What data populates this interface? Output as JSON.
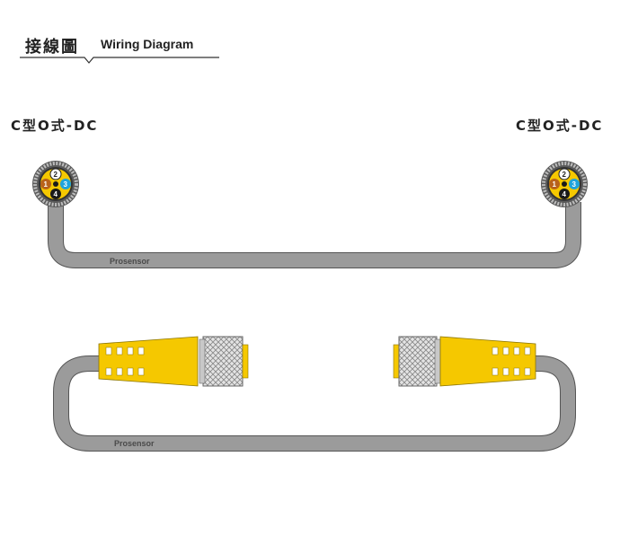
{
  "header": {
    "title_cn": "接線圖",
    "title_en": "Wiring Diagram"
  },
  "top_cable": {
    "left_label": "C型O式-DC",
    "right_label": "C型O式-DC",
    "brand": "Prosensor",
    "pins": [
      "1",
      "2",
      "3",
      "4"
    ]
  },
  "bottom_cable": {
    "brand": "Prosensor"
  },
  "colors": {
    "cable": "#9b9b9b",
    "cable_edge": "#555555",
    "connector_yellow": "#f5c800",
    "pin_brown": "#b8621b",
    "pin_blue": "#1fa3dc",
    "pin_black": "#1a1a1a",
    "pin_white": "#ffffff"
  }
}
